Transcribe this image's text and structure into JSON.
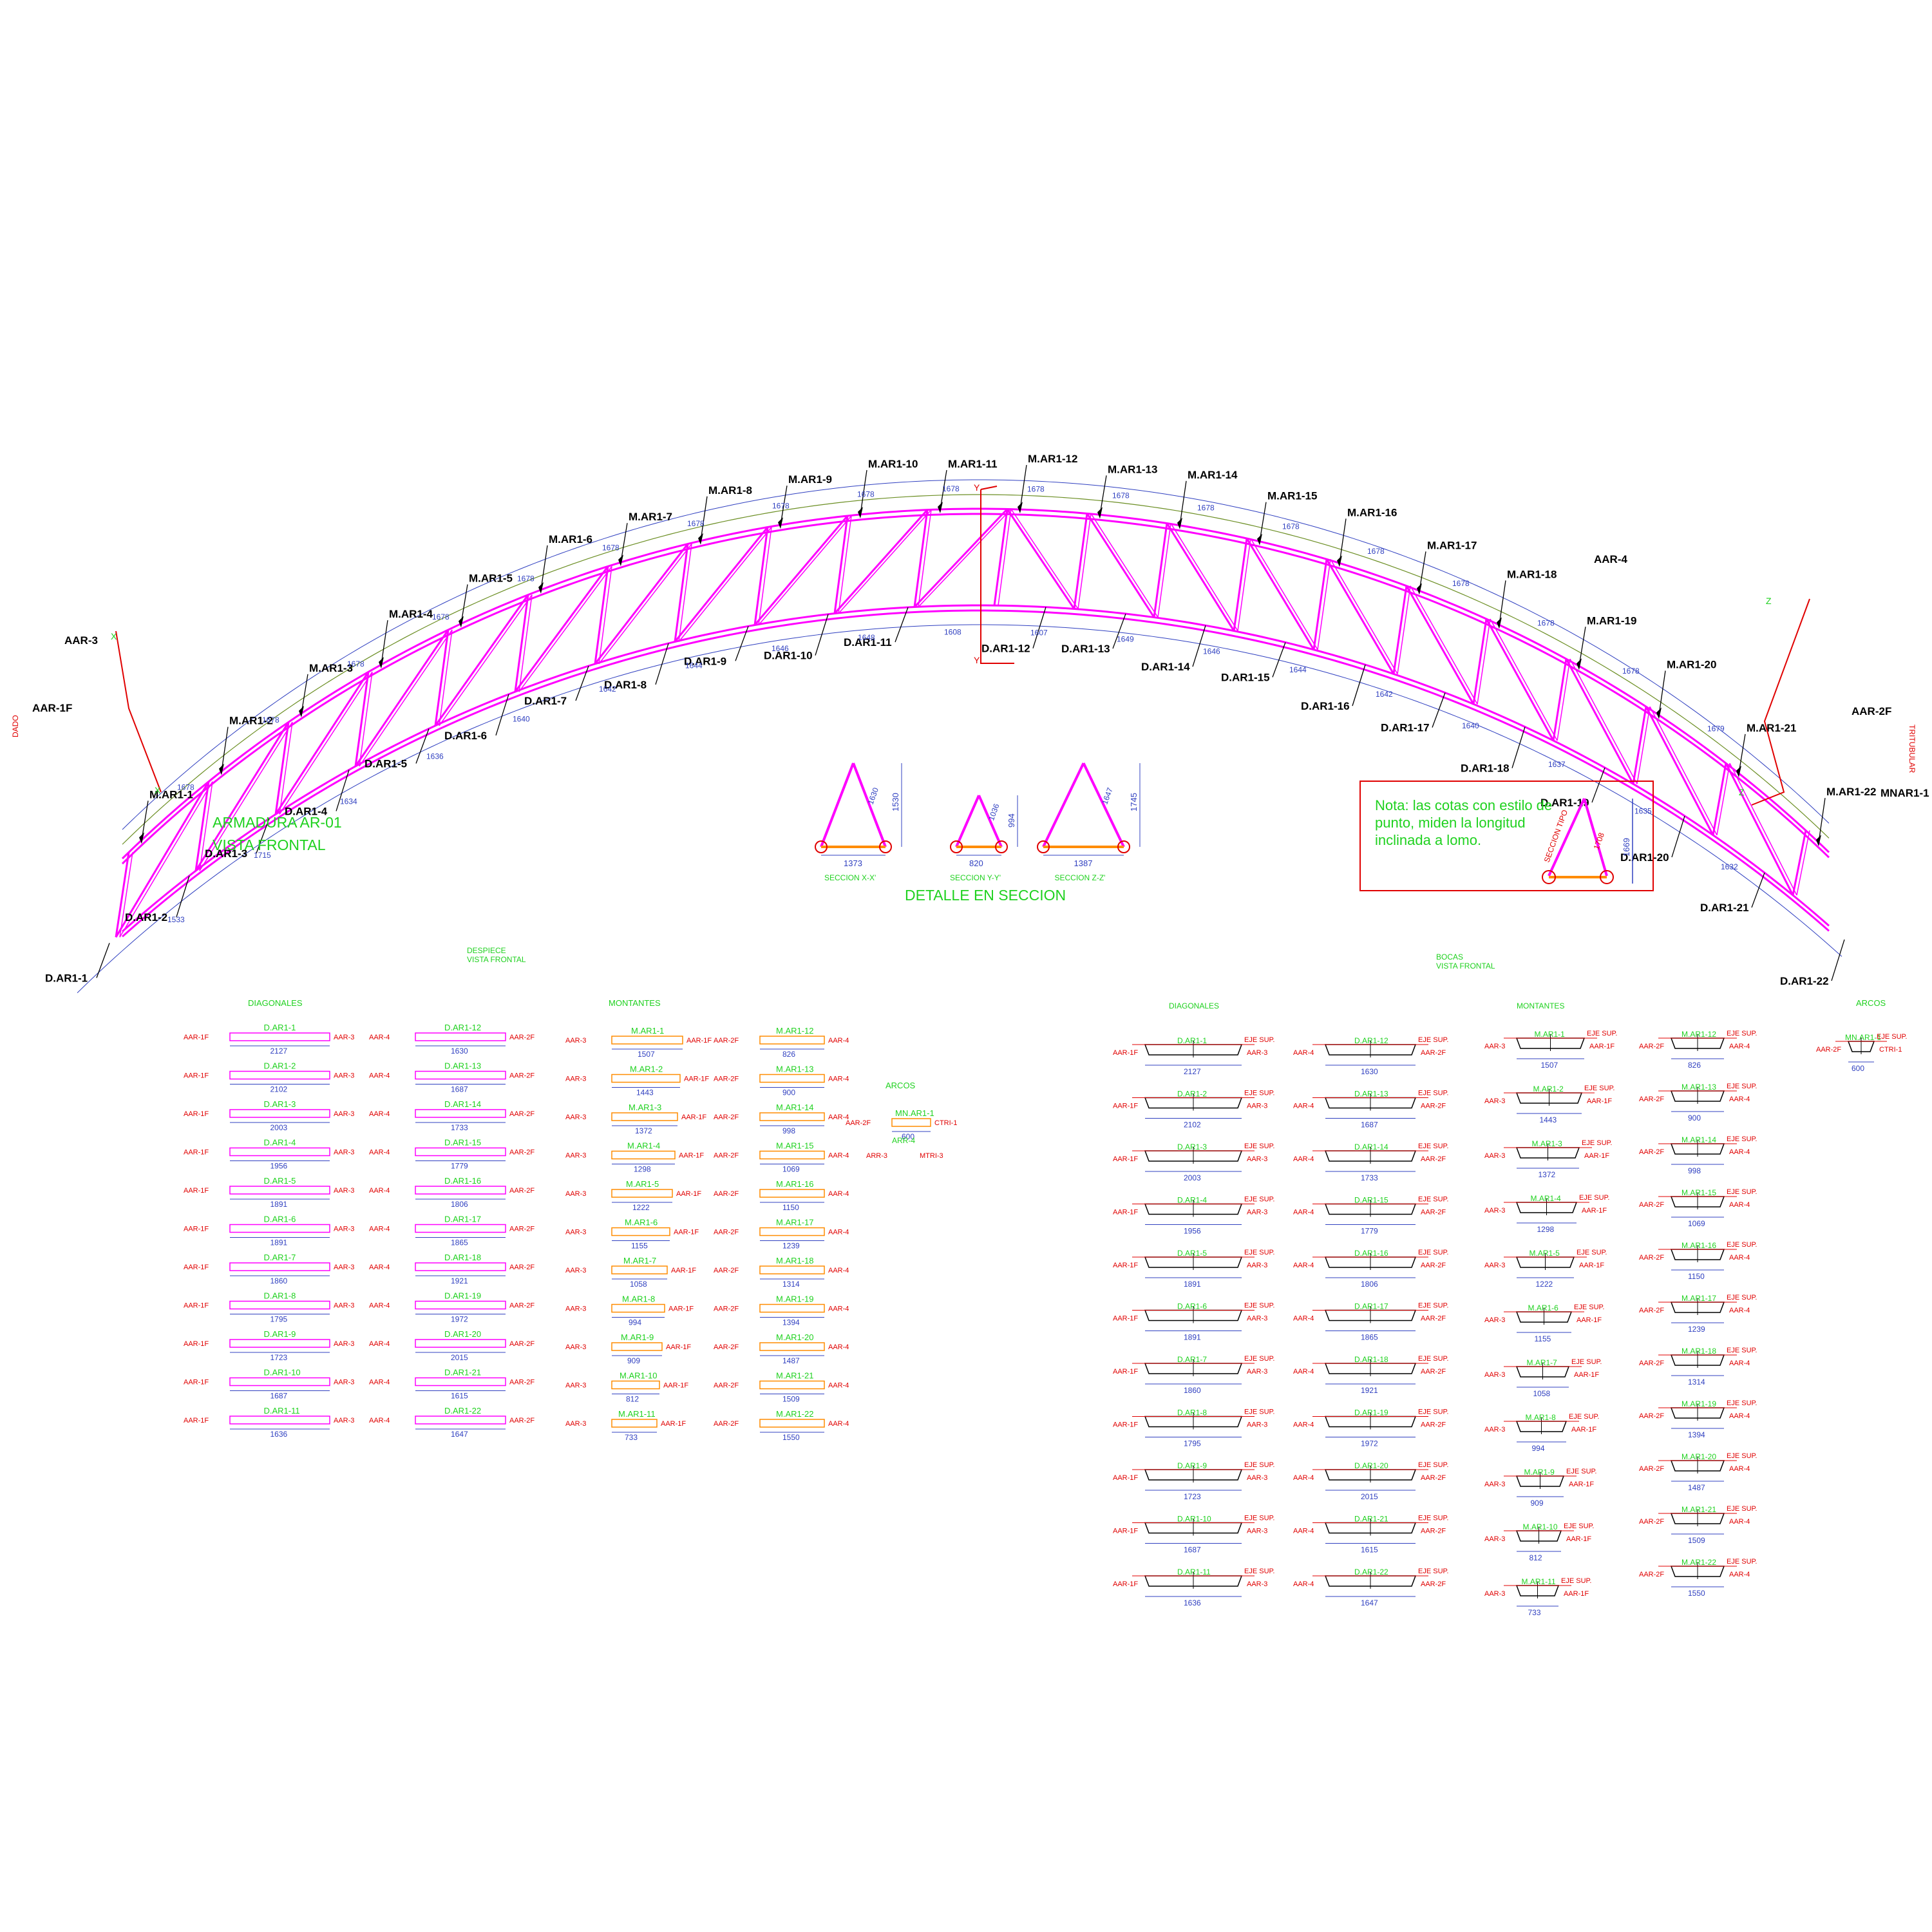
{
  "colors": {
    "chord": "#ff00ff",
    "chord_dark": "#a0a0a0",
    "dim": "#3040c0",
    "green": "#1fd11f",
    "red": "#e00000",
    "orange": "#ff8c00",
    "black": "#000000"
  },
  "title": {
    "line1": "ARMADURA AR-01",
    "line2": "VISTA FRONTAL"
  },
  "side_left": "DADO",
  "side_right": "TRITUBULAR",
  "axis": {
    "y": "Y",
    "x": "X",
    "z": "Z"
  },
  "top_labels": [
    "M.AR1-1",
    "M.AR1-2",
    "M.AR1-3",
    "M.AR1-4",
    "M.AR1-5",
    "M.AR1-6",
    "M.AR1-7",
    "M.AR1-8",
    "M.AR1-9",
    "M.AR1-10",
    "M.AR1-11",
    "M.AR1-12",
    "M.AR1-13",
    "M.AR1-14",
    "M.AR1-15",
    "M.AR1-16",
    "M.AR1-17",
    "M.AR1-18",
    "M.AR1-19",
    "M.AR1-20",
    "M.AR1-21",
    "M.AR1-22"
  ],
  "bottom_labels": [
    "D.AR1-1",
    "D.AR1-2",
    "D.AR1-3",
    "D.AR1-4",
    "D.AR1-5",
    "D.AR1-6",
    "D.AR1-7",
    "D.AR1-8",
    "D.AR1-9",
    "D.AR1-10",
    "D.AR1-11",
    "D.AR1-12",
    "D.AR1-13",
    "D.AR1-14",
    "D.AR1-15",
    "D.AR1-16",
    "D.AR1-17",
    "D.AR1-18",
    "D.AR1-19",
    "D.AR1-20",
    "D.AR1-21",
    "D.AR1-22"
  ],
  "extra_labels": {
    "aar3": "AAR-3",
    "aar1f": "AAR-1F",
    "aar4": "AAR-4",
    "aar2f": "AAR-2F",
    "mnar": "MNAR1-1"
  },
  "top_dims": [
    "1678",
    "1678",
    "1678",
    "1678",
    "1678",
    "1678",
    "1678",
    "1678",
    "1678",
    "1678",
    "1678",
    "1678",
    "1678",
    "1678",
    "1678",
    "1678",
    "1678",
    "1678",
    "1679"
  ],
  "bottom_dims": [
    "1533",
    "1715",
    "1634",
    "1636",
    "1640",
    "1642",
    "1644",
    "1646",
    "1648",
    "1608",
    "1607",
    "1649",
    "1646",
    "1644",
    "1642",
    "1640",
    "1637",
    "1635",
    "1632"
  ],
  "section_detail": {
    "title": "DETALLE EN SECCION",
    "sections": [
      {
        "name": "SECCION X-X'",
        "base": "1373",
        "side": "1630",
        "height": "1530"
      },
      {
        "name": "SECCION Y-Y'",
        "base": "820",
        "side": "1036",
        "height": "994"
      },
      {
        "name": "SECCION Z-Z'",
        "base": "1387",
        "side": "1647",
        "height": "1745"
      }
    ]
  },
  "note": {
    "text_lines": [
      "Nota: las cotas con estilo de",
      "punto, miden la longitud",
      "inclinada a lomo."
    ],
    "section_label": "SECCION TIPO",
    "side": "1708",
    "height": "1669"
  },
  "despiece": {
    "title1": "DESPIECE",
    "title2": "VISTA FRONTAL",
    "headers": {
      "diagonales": "DIAGONALES",
      "montantes": "MONTANTES",
      "arcos": "ARCOS"
    },
    "diag_a": [
      {
        "name": "D.AR1-1",
        "len": "2127",
        "l": "AAR-1F",
        "r": "AAR-3"
      },
      {
        "name": "D.AR1-2",
        "len": "2102",
        "l": "AAR-1F",
        "r": "AAR-3"
      },
      {
        "name": "D.AR1-3",
        "len": "2003",
        "l": "AAR-1F",
        "r": "AAR-3"
      },
      {
        "name": "D.AR1-4",
        "len": "1956",
        "l": "AAR-1F",
        "r": "AAR-3"
      },
      {
        "name": "D.AR1-5",
        "len": "1891",
        "l": "AAR-1F",
        "r": "AAR-3"
      },
      {
        "name": "D.AR1-6",
        "len": "1891",
        "l": "AAR-1F",
        "r": "AAR-3"
      },
      {
        "name": "D.AR1-7",
        "len": "1860",
        "l": "AAR-1F",
        "r": "AAR-3"
      },
      {
        "name": "D.AR1-8",
        "len": "1795",
        "l": "AAR-1F",
        "r": "AAR-3"
      },
      {
        "name": "D.AR1-9",
        "len": "1723",
        "l": "AAR-1F",
        "r": "AAR-3"
      },
      {
        "name": "D.AR1-10",
        "len": "1687",
        "l": "AAR-1F",
        "r": "AAR-3"
      },
      {
        "name": "D.AR1-11",
        "len": "1636",
        "l": "AAR-1F",
        "r": "AAR-3"
      }
    ],
    "diag_b": [
      {
        "name": "D.AR1-12",
        "len": "1630",
        "l": "AAR-4",
        "r": "AAR-2F"
      },
      {
        "name": "D.AR1-13",
        "len": "1687",
        "l": "AAR-4",
        "r": "AAR-2F"
      },
      {
        "name": "D.AR1-14",
        "len": "1733",
        "l": "AAR-4",
        "r": "AAR-2F"
      },
      {
        "name": "D.AR1-15",
        "len": "1779",
        "l": "AAR-4",
        "r": "AAR-2F"
      },
      {
        "name": "D.AR1-16",
        "len": "1806",
        "l": "AAR-4",
        "r": "AAR-2F"
      },
      {
        "name": "D.AR1-17",
        "len": "1865",
        "l": "AAR-4",
        "r": "AAR-2F"
      },
      {
        "name": "D.AR1-18",
        "len": "1921",
        "l": "AAR-4",
        "r": "AAR-2F"
      },
      {
        "name": "D.AR1-19",
        "len": "1972",
        "l": "AAR-4",
        "r": "AAR-2F"
      },
      {
        "name": "D.AR1-20",
        "len": "2015",
        "l": "AAR-4",
        "r": "AAR-2F"
      },
      {
        "name": "D.AR1-21",
        "len": "1615",
        "l": "AAR-4",
        "r": "AAR-2F"
      },
      {
        "name": "D.AR1-22",
        "len": "1647",
        "l": "AAR-4",
        "r": "AAR-2F"
      }
    ],
    "mont_a": [
      {
        "name": "M.AR1-1",
        "len": "1507",
        "l": "AAR-3",
        "r": "AAR-1F"
      },
      {
        "name": "M.AR1-2",
        "len": "1443",
        "l": "AAR-3",
        "r": "AAR-1F"
      },
      {
        "name": "M.AR1-3",
        "len": "1372",
        "l": "AAR-3",
        "r": "AAR-1F"
      },
      {
        "name": "M.AR1-4",
        "len": "1298",
        "l": "AAR-3",
        "r": "AAR-1F"
      },
      {
        "name": "M.AR1-5",
        "len": "1222",
        "l": "AAR-3",
        "r": "AAR-1F"
      },
      {
        "name": "M.AR1-6",
        "len": "1155",
        "l": "AAR-3",
        "r": "AAR-1F"
      },
      {
        "name": "M.AR1-7",
        "len": "1058",
        "l": "AAR-3",
        "r": "AAR-1F"
      },
      {
        "name": "M.AR1-8",
        "len": "994",
        "l": "AAR-3",
        "r": "AAR-1F"
      },
      {
        "name": "M.AR1-9",
        "len": "909",
        "l": "AAR-3",
        "r": "AAR-1F"
      },
      {
        "name": "M.AR1-10",
        "len": "812",
        "l": "AAR-3",
        "r": "AAR-1F"
      },
      {
        "name": "M.AR1-11",
        "len": "733",
        "l": "AAR-3",
        "r": "AAR-1F"
      }
    ],
    "mont_b": [
      {
        "name": "M.AR1-12",
        "len": "826",
        "l": "AAR-2F",
        "r": "AAR-4"
      },
      {
        "name": "M.AR1-13",
        "len": "900",
        "l": "AAR-2F",
        "r": "AAR-4"
      },
      {
        "name": "M.AR1-14",
        "len": "998",
        "l": "AAR-2F",
        "r": "AAR-4"
      },
      {
        "name": "M.AR1-15",
        "len": "1069",
        "l": "AAR-2F",
        "r": "AAR-4"
      },
      {
        "name": "M.AR1-16",
        "len": "1150",
        "l": "AAR-2F",
        "r": "AAR-4"
      },
      {
        "name": "M.AR1-17",
        "len": "1239",
        "l": "AAR-2F",
        "r": "AAR-4"
      },
      {
        "name": "M.AR1-18",
        "len": "1314",
        "l": "AAR-2F",
        "r": "AAR-4"
      },
      {
        "name": "M.AR1-19",
        "len": "1394",
        "l": "AAR-2F",
        "r": "AAR-4"
      },
      {
        "name": "M.AR1-20",
        "len": "1487",
        "l": "AAR-2F",
        "r": "AAR-4"
      },
      {
        "name": "M.AR1-21",
        "len": "1509",
        "l": "AAR-2F",
        "r": "AAR-4"
      },
      {
        "name": "M.AR1-22",
        "len": "1550",
        "l": "AAR-2F",
        "r": "AAR-4"
      }
    ],
    "arco": {
      "name": "MN.AR1-1",
      "len": "600",
      "l": "AAR-2F",
      "r": "CTRI-1",
      "sub": "ARR-4",
      "l2": "ARR-3",
      "r2": "MTRI-3"
    }
  },
  "bocas": {
    "title1": "BOCAS",
    "title2": "VISTA FRONTAL",
    "headers": {
      "diagonales": "DIAGONALES",
      "montantes": "MONTANTES",
      "arcos": "ARCOS"
    },
    "eje": "EJE SUP."
  }
}
